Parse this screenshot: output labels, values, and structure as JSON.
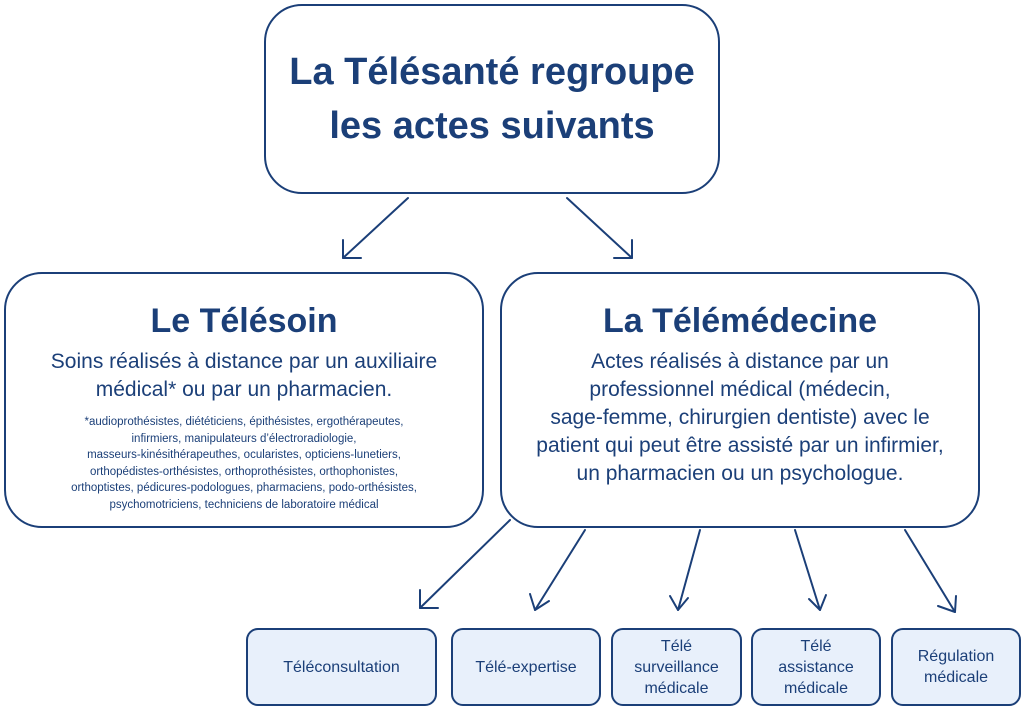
{
  "root": {
    "title": "La Télésanté regroupe\nles actes suivants"
  },
  "telesoin": {
    "title": "Le Télésoin",
    "description": "Soins réalisés à distance par un auxiliaire\nmédical* ou par un pharmacien.",
    "note": "*audioprothésistes, diététiciens, épithésistes, ergothérapeutes,\ninfirmiers, manipulateurs d’électroradiologie,\nmasseurs-kinésithérapeuthes, ocularistes, opticiens-lunetiers,\northopédistes-orthésistes, orthoprothésistes, orthophonistes,\northoptistes, pédicures-podologues, pharmaciens, podo-orthésistes,\npsychomotriciens, techniciens de laboratoire médical"
  },
  "telemedecine": {
    "title": "La Télémédecine",
    "description": "Actes réalisés à distance par un\nprofessionnel médical (médecin,\nsage-femme, chirurgien dentiste) avec le\npatient qui peut être assisté par un infirmier,\nun pharmacien ou un psychologue."
  },
  "acts": [
    {
      "label": "Téléconsultation"
    },
    {
      "label": "Télé-expertise"
    },
    {
      "label": "Télé\nsurveillance\nmédicale"
    },
    {
      "label": "Télé\nassistance\nmédicale"
    },
    {
      "label": "Régulation\nmédicale"
    }
  ],
  "colors": {
    "primary": "#1b3f78",
    "leaf_fill": "#e8f0fb"
  }
}
